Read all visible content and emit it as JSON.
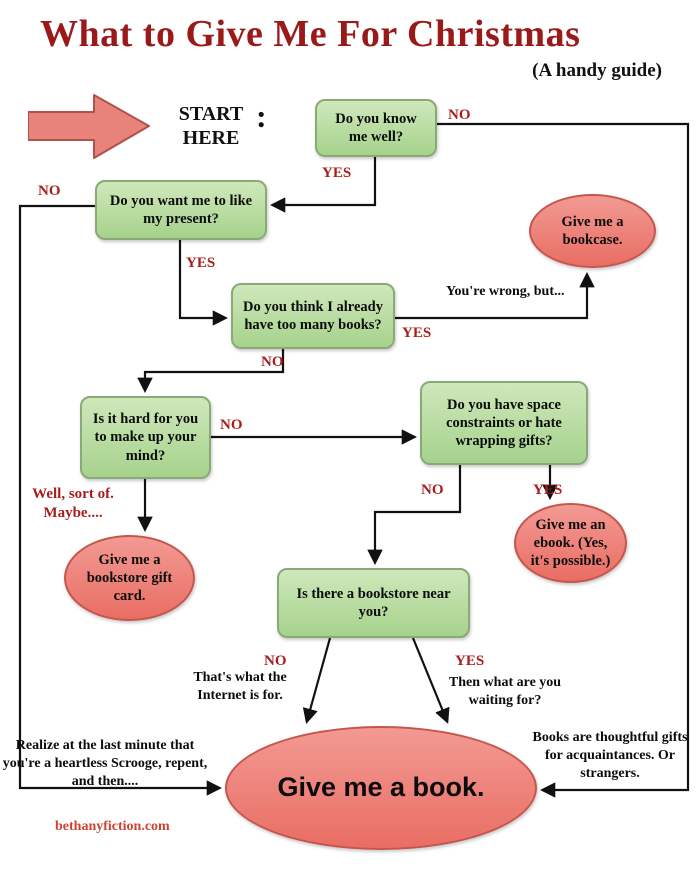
{
  "title": "What to Give Me For Christmas",
  "subtitle": "(A handy guide)",
  "start": {
    "label": "START\nHERE",
    "colon": ":"
  },
  "nodes": {
    "know_me": "Do you know me well?",
    "like_present": "Do you want me to like my present?",
    "too_many_books": "Do you think I already have too many books?",
    "hard_to_decide": "Is it hard for you to make up your mind?",
    "space_constraints": "Do you have space constraints or hate wrapping gifts?",
    "bookstore_near": "Is there a bookstore near you?"
  },
  "outcomes": {
    "bookcase": "Give me a bookcase.",
    "gift_card": "Give me a bookstore gift card.",
    "ebook": "Give me an ebook. (Yes, it's possible.)",
    "book": "Give me a book."
  },
  "edge_labels": {
    "know_me_no": "NO",
    "know_me_yes": "YES",
    "like_present_no": "NO",
    "like_present_yes": "YES",
    "too_many_yes": "YES",
    "too_many_no": "NO",
    "hard_no": "NO",
    "hard_maybe": "Well, sort of.\nMaybe....",
    "space_no": "NO",
    "space_yes": "YES",
    "bookstore_no": "NO",
    "bookstore_yes": "YES"
  },
  "notes": {
    "wrong_but": "You're wrong, but...",
    "internet": "That's what the Internet is for.",
    "waiting": "Then what are you waiting for?",
    "scrooge": "Realize at the last minute that you're a heartless Scrooge, repent, and then....",
    "thoughtful": "Books are thoughtful gifts for acquaintances. Or strangers."
  },
  "footer": "bethanyfiction.com",
  "colors": {
    "title_red": "#9a1a1a",
    "label_red": "#a81d1d",
    "green_top": "#cfe8bb",
    "green_bottom": "#a6d28c",
    "green_border": "#8aa878",
    "red_top": "#f29a93",
    "red_bottom": "#e96e64",
    "red_border": "#c4564e",
    "footer_pink": "#cc4433",
    "edge": "#111111",
    "arrow_fill": "#e8837b",
    "arrow_border": "#b0524b"
  }
}
